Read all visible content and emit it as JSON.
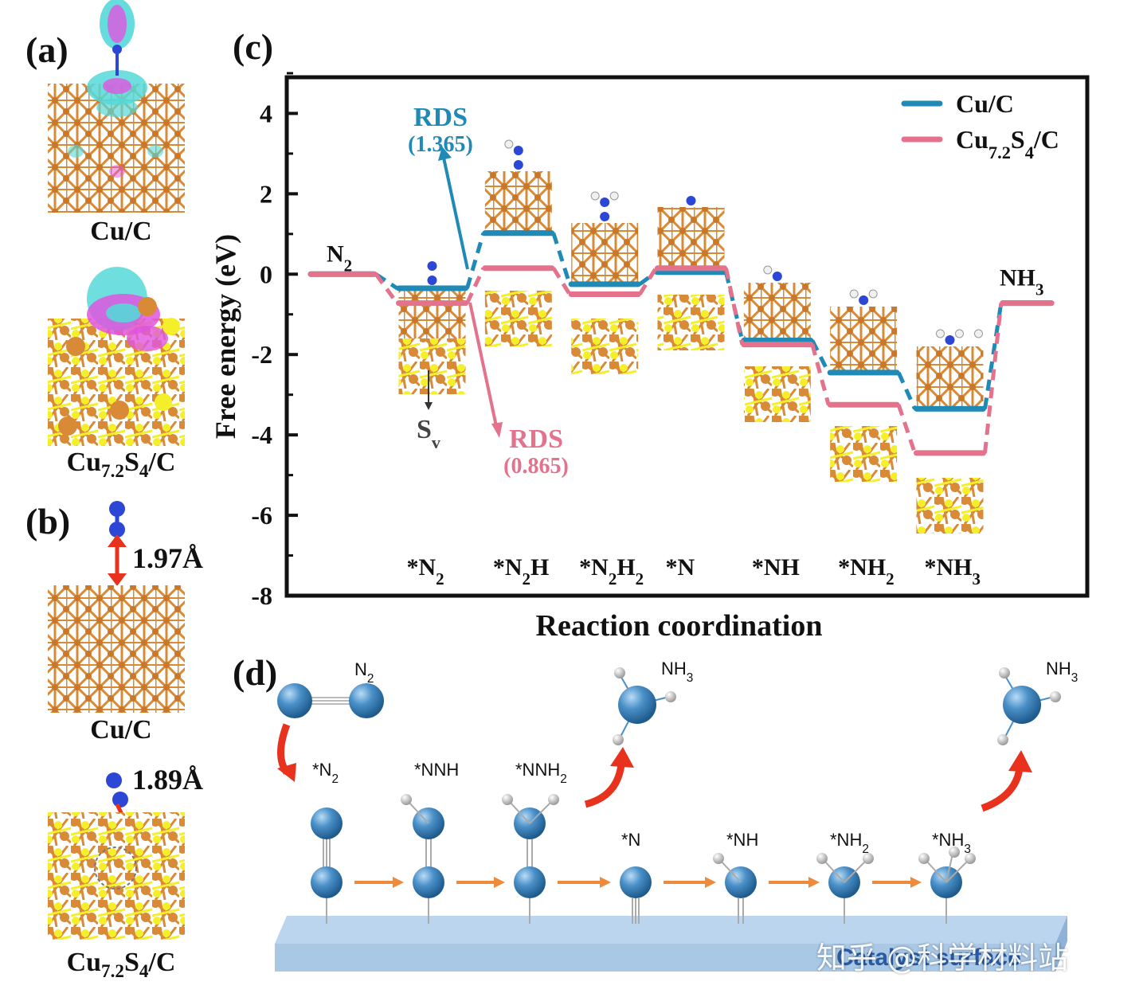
{
  "panels": {
    "a": {
      "label": "(a)",
      "captions": [
        "Cu/C",
        "Cu7.2S4/C"
      ]
    },
    "b": {
      "label": "(b)",
      "captions": [
        "Cu/C",
        "Cu7.2S4/C"
      ],
      "distances": [
        "1.97Å",
        "1.89Å"
      ]
    },
    "c": {
      "label": "(c)"
    },
    "d": {
      "label": "(d)"
    }
  },
  "chart_data": {
    "type": "line",
    "title": "",
    "xlabel": "Reaction coordination",
    "ylabel": "Free energy (eV)",
    "ylim": [
      -8,
      4.9
    ],
    "yticks": [
      "4",
      "2",
      "0",
      "-2",
      "-4",
      "-6",
      "-8"
    ],
    "categories": [
      "N2",
      "*N2",
      "*N2H",
      "*N2H2",
      "*N",
      "*NH",
      "*NH2",
      "*NH3",
      "NH3"
    ],
    "series": [
      {
        "name": "Cu/C",
        "color": "#1f8ab5",
        "values": [
          0,
          -0.35,
          1.02,
          -0.25,
          0.05,
          -1.65,
          -2.45,
          -3.35,
          -0.72
        ]
      },
      {
        "name": "Cu7.2S4/C",
        "color": "#e4728c",
        "values": [
          0,
          -0.72,
          0.15,
          -0.5,
          0.15,
          -1.75,
          -3.25,
          -4.45,
          -0.72
        ]
      }
    ],
    "annotations": {
      "rds_cu": {
        "title": "RDS",
        "value": "(1.365)",
        "color": "#1f8ab5"
      },
      "rds_cus": {
        "title": "RDS",
        "value": "(0.865)",
        "color": "#e4728c"
      },
      "sv": "S",
      "sv_sub": "v"
    },
    "legend_placement": "top-right"
  },
  "mechanism": {
    "molecules": [
      "N2",
      "NH3",
      "NH3"
    ],
    "intermediates": [
      "*N2",
      "*NNH",
      "*NNH2",
      "*N",
      "*NH",
      "*NH2",
      "*NH3"
    ],
    "surface_label": "Catalyst surface"
  },
  "watermark": "知乎 @科学材料站",
  "colors": {
    "cu": "#d98a36",
    "s": "#f5ef2a",
    "n": "#2c46d6",
    "ball": "#4a90c8",
    "arrow": "#e8321e",
    "surface": "#a9c8e6"
  }
}
